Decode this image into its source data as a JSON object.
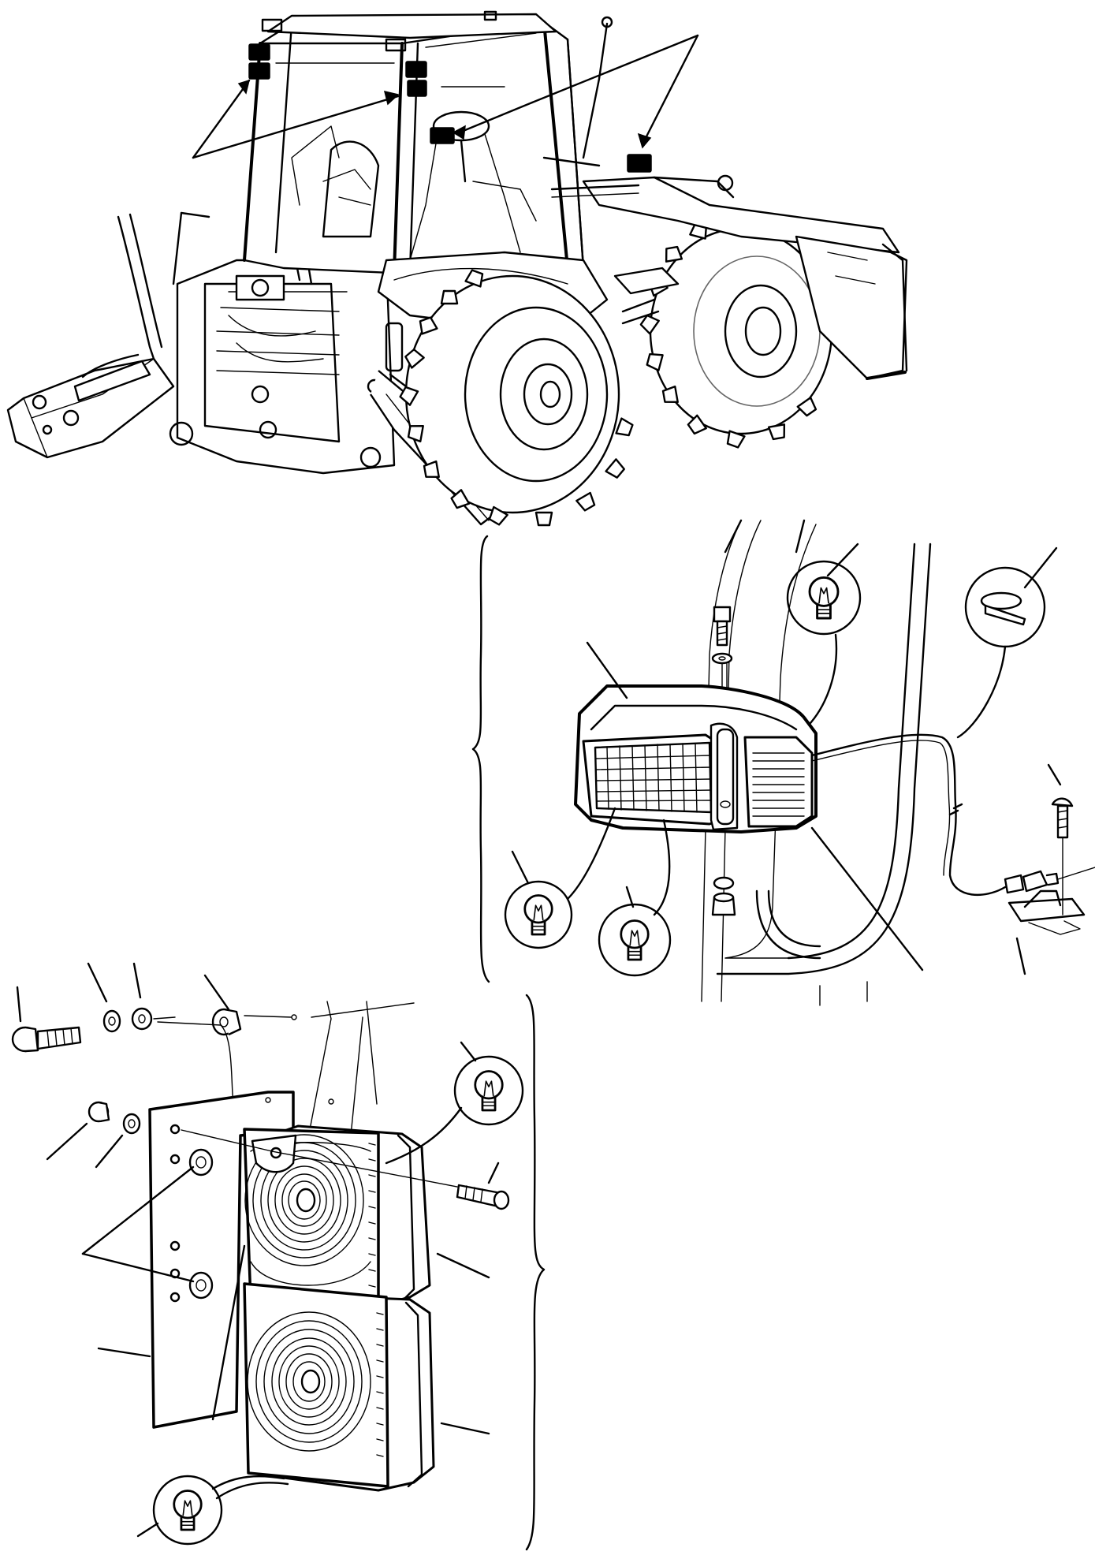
{
  "figure": {
    "text": [],
    "views": [
      "backhoe-loader-overview",
      "rectangular-work-light-assembly",
      "twin-work-light-bracket-assembly"
    ],
    "parts": {
      "bulb": "bulb-icon",
      "cable_tie": "cable-tie-icon",
      "bolt": "bolt-icon",
      "washer": "washer-icon",
      "nut": "nut-icon",
      "grommet": "grommet-icon",
      "connector": "connector-icon",
      "bracket": "bracket"
    },
    "colors": {
      "line": "#000000",
      "background": "#ffffff"
    }
  }
}
